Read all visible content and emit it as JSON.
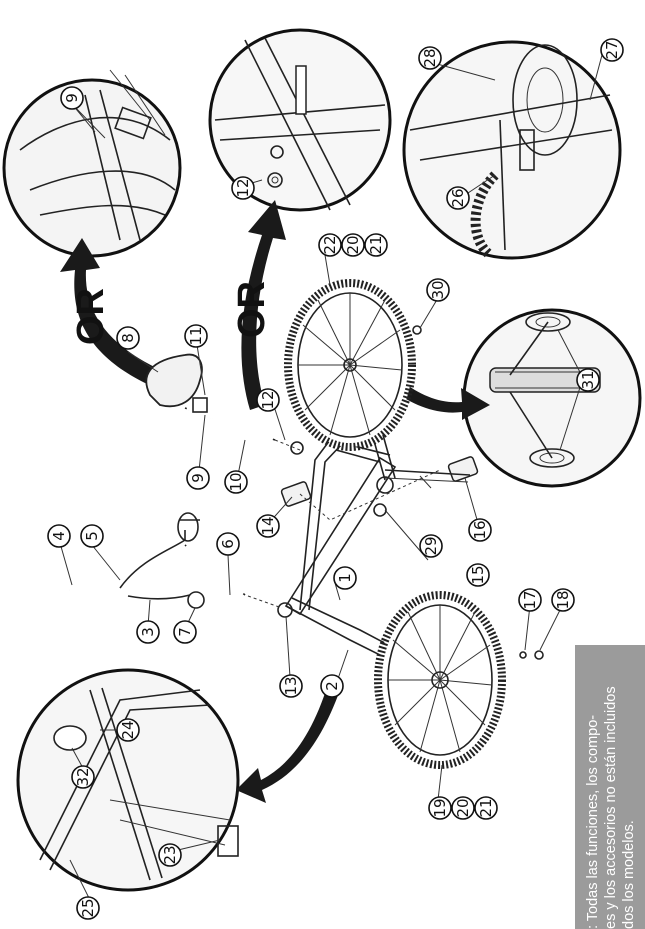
{
  "or_labels": [
    "OR",
    "OR"
  ],
  "parts": {
    "p1": "1",
    "p2": "2",
    "p3": "3",
    "p4": "4",
    "p5": "5",
    "p6": "6",
    "p7": "7",
    "p8": "8",
    "p9": "9",
    "p10": "10",
    "p11": "11",
    "p12": "12",
    "p13": "13",
    "p14": "14",
    "p15": "15",
    "p16": "16",
    "p17": "17",
    "p18": "18",
    "p19": "19",
    "p20": "20",
    "p21": "21",
    "p22": "22",
    "p23": "23",
    "p24": "24",
    "p25": "25",
    "p26": "26",
    "p27": "27",
    "p28": "28",
    "p29": "29",
    "p30": "30",
    "p31": "31",
    "p32": "32"
  },
  "note": {
    "line1": ": Todas las funciones, los compo-",
    "line2": "es y los accesorios no están incluidos",
    "line3": "dos los modelos."
  },
  "colors": {
    "note_bg": "#9b9b9b",
    "line": "#222222",
    "background": "#ffffff"
  }
}
